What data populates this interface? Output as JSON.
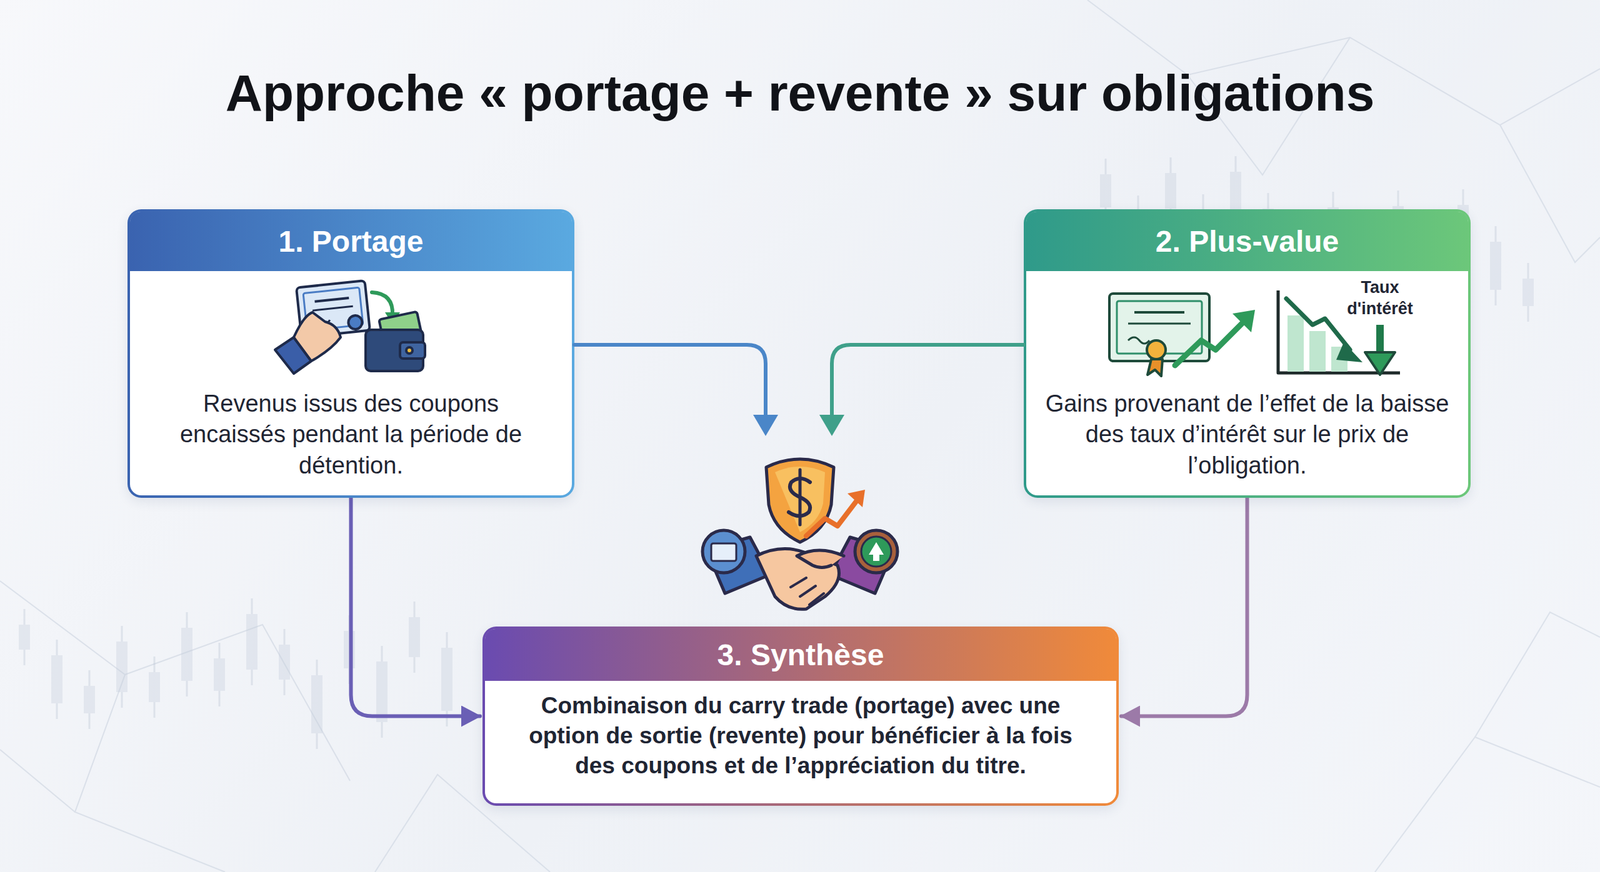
{
  "diagram": {
    "title": "Approche « portage + revente » sur obligations",
    "nodes": [
      {
        "text": [
          "1. Portage",
          "Revenus issus des coupons encaissés pendant la période de détention."
        ]
      },
      {
        "text": [
          "2. Plus-value",
          "Gains provenant de l’effet de la baisse des taux d’intérêt sur le prix de l’obligation."
        ]
      },
      {
        "text": [
          "3. Synthèse",
          "Combinaison du carry trade (portage) avec une option de sortie (revente) pour bénéficier à la fois des coupons et de l’appréciation du titre."
        ]
      }
    ],
    "edges": [
      {
        "from": 0,
        "to": 2,
        "arrow": "to"
      },
      {
        "from": 1,
        "to": 2,
        "arrow": "to"
      }
    ],
    "labels": [
      "Taux d'intérêt"
    ]
  }
}
